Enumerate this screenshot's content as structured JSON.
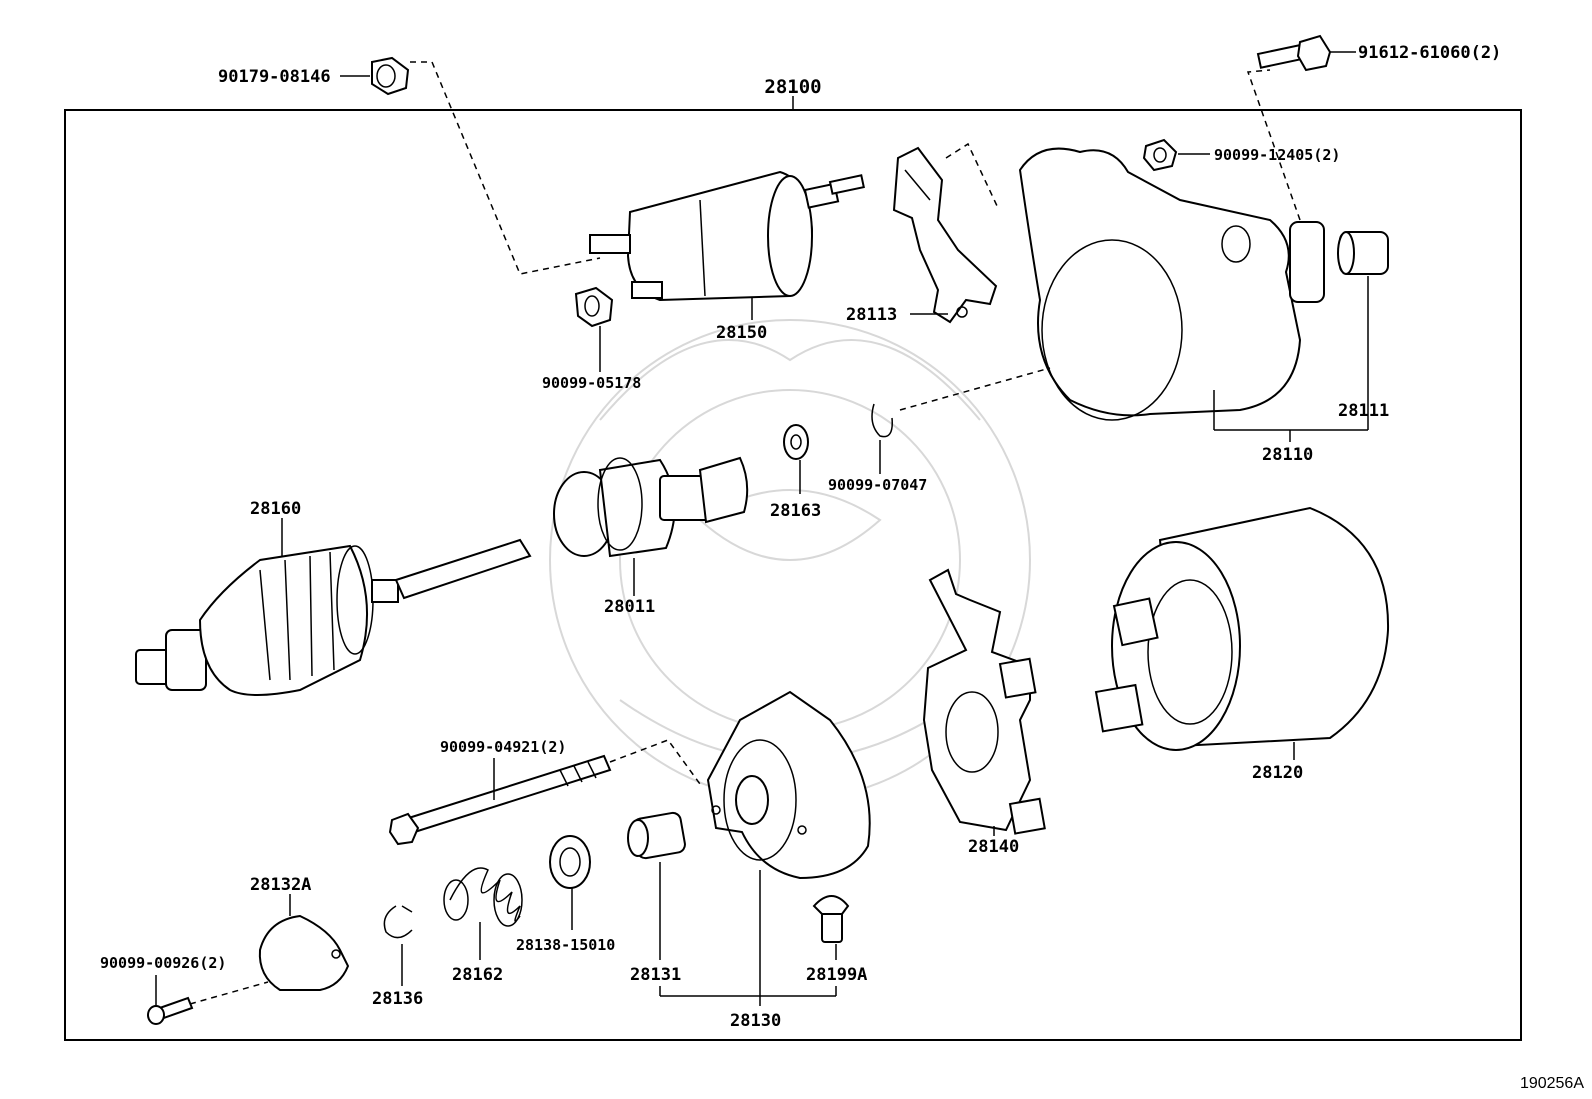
{
  "diagram": {
    "assembly_number": "28100",
    "figure_id": "190256A",
    "callouts": [
      {
        "id": "c-90179-08146",
        "text": "90179-08146"
      },
      {
        "id": "c-91612-61060",
        "text": "91612-61060(2)"
      },
      {
        "id": "c-90099-12405",
        "text": "90099-12405(2)"
      },
      {
        "id": "c-28150",
        "text": "28150"
      },
      {
        "id": "c-28113",
        "text": "28113"
      },
      {
        "id": "c-90099-05178",
        "text": "90099-05178"
      },
      {
        "id": "c-28111",
        "text": "28111"
      },
      {
        "id": "c-28110",
        "text": "28110"
      },
      {
        "id": "c-28163",
        "text": "28163"
      },
      {
        "id": "c-90099-07047",
        "text": "90099-07047"
      },
      {
        "id": "c-28160",
        "text": "28160"
      },
      {
        "id": "c-28011",
        "text": "28011"
      },
      {
        "id": "c-28120",
        "text": "28120"
      },
      {
        "id": "c-90099-04921",
        "text": "90099-04921(2)"
      },
      {
        "id": "c-28140",
        "text": "28140"
      },
      {
        "id": "c-28132A",
        "text": "28132A"
      },
      {
        "id": "c-90099-00926",
        "text": "90099-00926(2)"
      },
      {
        "id": "c-28136",
        "text": "28136"
      },
      {
        "id": "c-28162",
        "text": "28162"
      },
      {
        "id": "c-28138-15010",
        "text": "28138-15010"
      },
      {
        "id": "c-28131",
        "text": "28131"
      },
      {
        "id": "c-28199A",
        "text": "28199A"
      },
      {
        "id": "c-28130",
        "text": "28130"
      }
    ]
  }
}
